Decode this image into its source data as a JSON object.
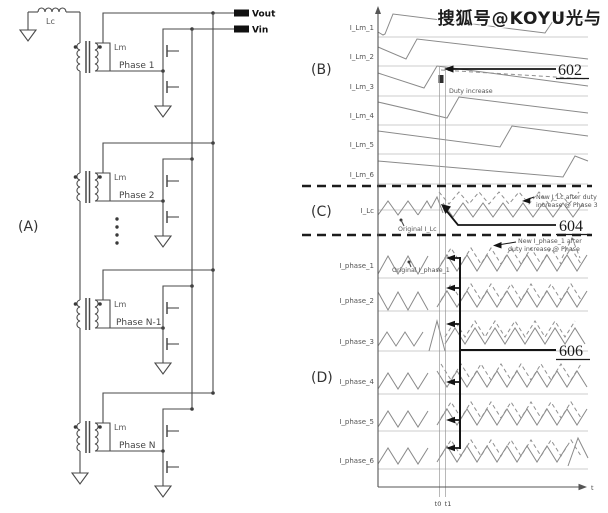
{
  "watermark": "搜狐号@KOYU光与",
  "panel_a": {
    "label": "(A)",
    "inductor_label": "Lc",
    "transformer_label": "Lm",
    "phases": [
      "Phase 1",
      "Phase 2",
      "Phase N-1",
      "Phase N"
    ],
    "terminals": {
      "vout": "Vout",
      "vin": "Vin"
    }
  },
  "panel_b": {
    "label": "(B)",
    "signals": [
      "I_Lm_1",
      "I_Lm_2",
      "I_Lm_3",
      "I_Lm_4",
      "I_Lm_5",
      "I_Lm_6"
    ],
    "annotation": "Duty increase",
    "ref": "602"
  },
  "panel_c": {
    "label": "(C)",
    "signal": "I_Lc",
    "original_label": "Original I_Lc",
    "new_label_line1": "New I_Lc after duty",
    "new_label_line2": "increase @ Phase 3",
    "ref": "604"
  },
  "panel_d": {
    "label": "(D)",
    "signals": [
      "I_phase_1",
      "I_phase_2",
      "I_phase_3",
      "I_phase_4",
      "I_phase_5",
      "I_phase_6"
    ],
    "original_label": "Original I_phase_1",
    "new_label_line1": "New I_phase_1 after",
    "new_label_line2": "duty increase @ Phase",
    "ref": "606"
  },
  "time_axis": {
    "t": "t",
    "t0": "t0",
    "t1": "t1"
  }
}
